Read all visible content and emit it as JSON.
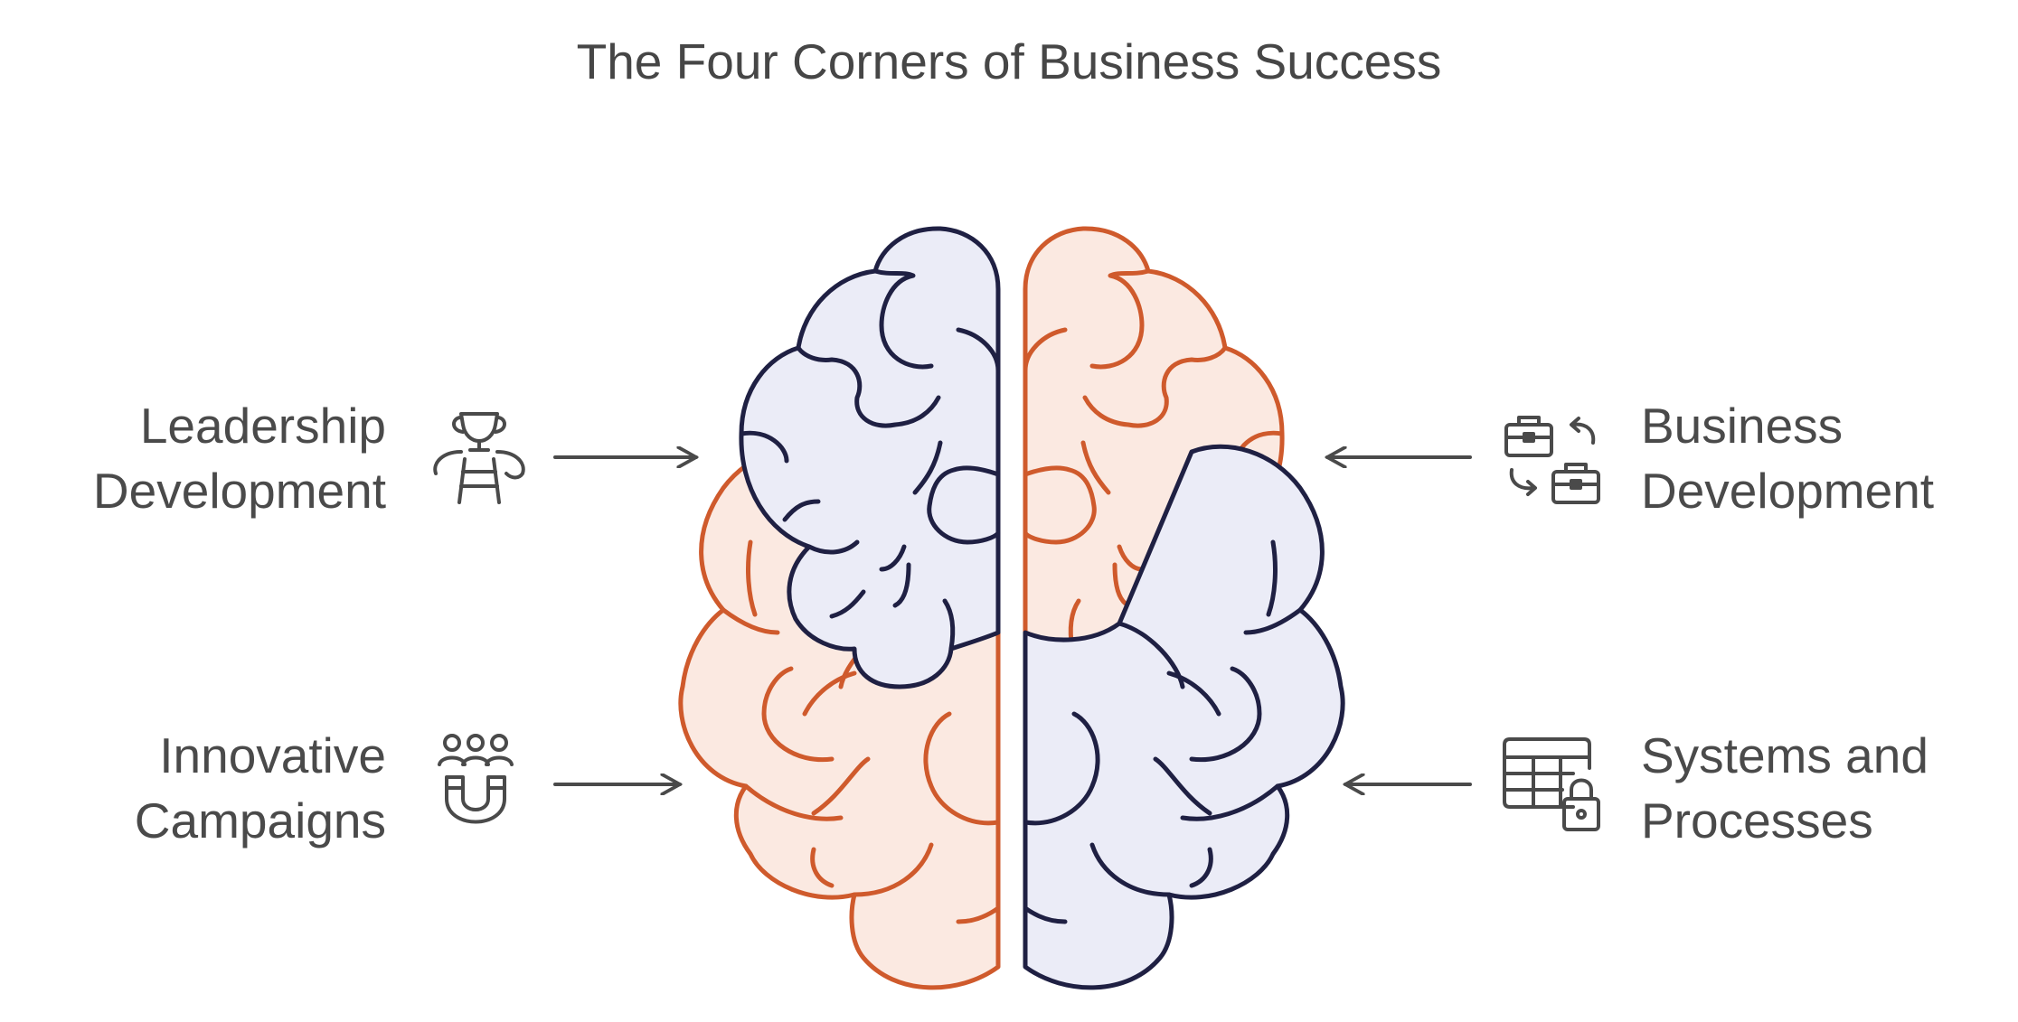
{
  "title": "The Four Corners of Business Success",
  "colors": {
    "orange_stroke": "#cf5a2c",
    "orange_fill": "#fbe9e1",
    "navy_stroke": "#1f2043",
    "lavender_fill": "#ebecf7",
    "text": "#464646"
  },
  "corners": {
    "top_left": {
      "line1": "Leadership",
      "line2": "Development",
      "icon": "trophy-ladder-icon"
    },
    "top_right": {
      "line1": "Business",
      "line2": "Development",
      "icon": "briefcase-exchange-icon"
    },
    "bottom_left": {
      "line1": "Innovative",
      "line2": "Campaigns",
      "icon": "people-magnet-icon"
    },
    "bottom_right": {
      "line1": "Systems and",
      "line2": "Processes",
      "icon": "table-lock-icon"
    }
  }
}
